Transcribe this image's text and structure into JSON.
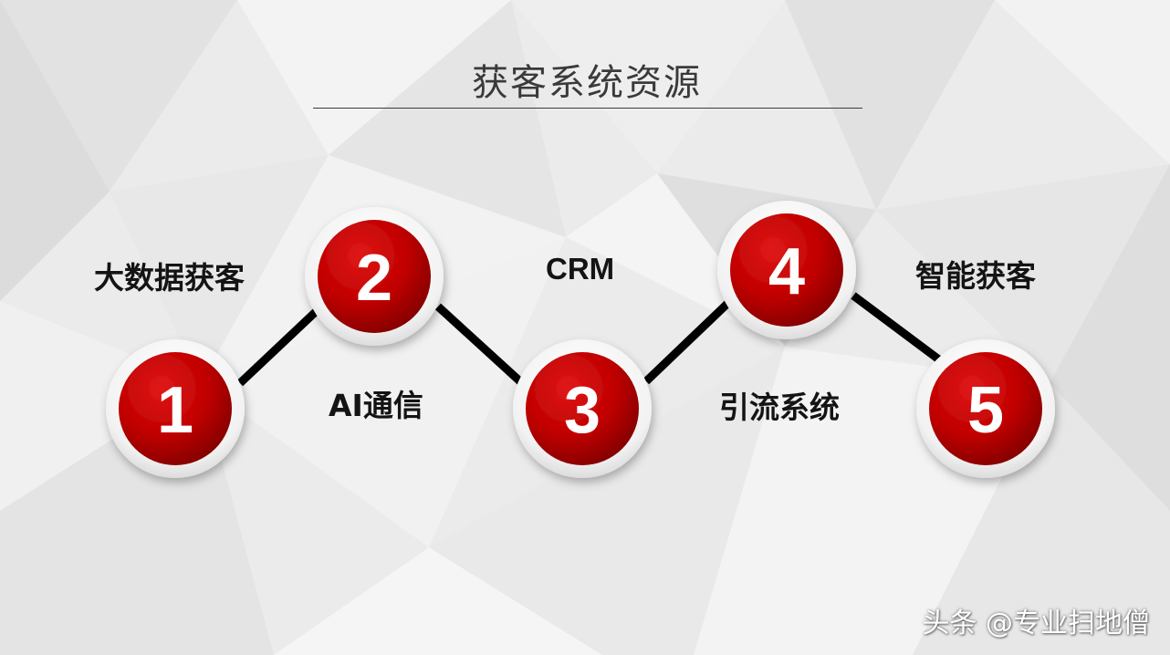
{
  "title": "获客系统资源",
  "nodes": [
    {
      "number": "1",
      "label": "大数据获客"
    },
    {
      "number": "2",
      "label": "AI通信"
    },
    {
      "number": "3",
      "label": "CRM"
    },
    {
      "number": "4",
      "label": "引流系统"
    },
    {
      "number": "5",
      "label": "智能获客"
    }
  ],
  "watermark": "头条 @专业扫地僧",
  "colors": {
    "circle_red": "#c00000",
    "circle_dark_red": "#8c0000",
    "connector": "#000000",
    "label_text": "#141414",
    "title_text": "#3a3a3a"
  }
}
